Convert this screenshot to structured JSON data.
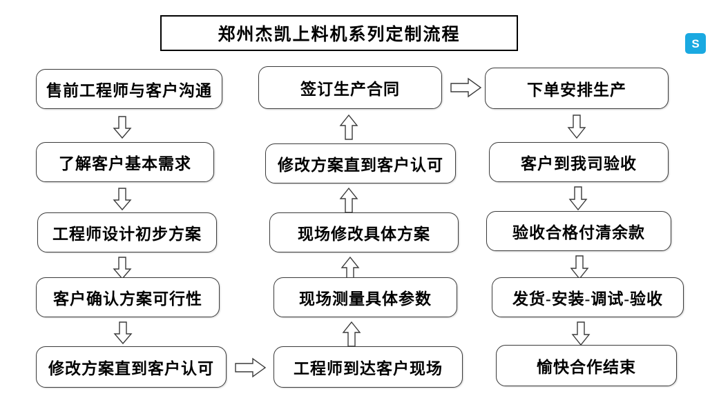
{
  "title": {
    "text": "郑州杰凯上料机系列定制流程"
  },
  "logo": {
    "glyph": "S"
  },
  "flow": {
    "columns": [
      {
        "name": "column-left",
        "nodes": [
          {
            "label": "售前工程师与客户沟通"
          },
          {
            "label": "了解客户基本需求"
          },
          {
            "label": "工程师设计初步方案"
          },
          {
            "label": "客户确认方案可行性"
          },
          {
            "label": "修改方案直到客户认可"
          }
        ]
      },
      {
        "name": "column-middle",
        "nodes": [
          {
            "label": "签订生产合同"
          },
          {
            "label": "修改方案直到客户认可"
          },
          {
            "label": "现场修改具体方案"
          },
          {
            "label": "现场测量具体参数"
          },
          {
            "label": "工程师到达客户现场"
          }
        ]
      },
      {
        "name": "column-right",
        "nodes": [
          {
            "label": "下单安排生产"
          },
          {
            "label": "客户到我司验收"
          },
          {
            "label": "验收合格付清余款"
          },
          {
            "label": "发货-安装-调试-验收"
          },
          {
            "label": "愉快合作结束"
          }
        ]
      }
    ],
    "connectors": [
      {
        "name": "arrow-left-1-2",
        "direction": "down"
      },
      {
        "name": "arrow-left-2-3",
        "direction": "down"
      },
      {
        "name": "arrow-left-3-4",
        "direction": "down"
      },
      {
        "name": "arrow-left-4-5",
        "direction": "down"
      },
      {
        "name": "arrow-left-to-middle",
        "direction": "right"
      },
      {
        "name": "arrow-middle-5-4",
        "direction": "up"
      },
      {
        "name": "arrow-middle-4-3",
        "direction": "up"
      },
      {
        "name": "arrow-middle-3-2",
        "direction": "up"
      },
      {
        "name": "arrow-middle-2-1",
        "direction": "up"
      },
      {
        "name": "arrow-middle-to-right",
        "direction": "right"
      },
      {
        "name": "arrow-right-1-2",
        "direction": "down"
      },
      {
        "name": "arrow-right-2-3",
        "direction": "down"
      },
      {
        "name": "arrow-right-3-4",
        "direction": "down"
      },
      {
        "name": "arrow-right-4-5",
        "direction": "down"
      }
    ]
  },
  "colors": {
    "node_border": "#3a3a3a",
    "text": "#000000",
    "background": "#ffffff",
    "logo_background": "#1aa9e1"
  }
}
